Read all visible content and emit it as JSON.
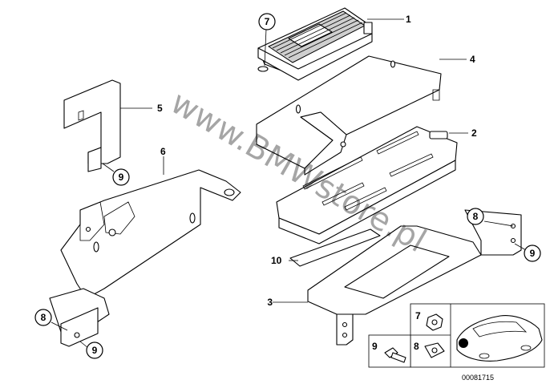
{
  "diagram": {
    "watermark": "www.BMWstore.pl",
    "image_number": "00081715",
    "callouts": [
      {
        "id": "c1",
        "label": "1"
      },
      {
        "id": "c2",
        "label": "2"
      },
      {
        "id": "c3",
        "label": "3"
      },
      {
        "id": "c4",
        "label": "4"
      },
      {
        "id": "c5",
        "label": "5"
      },
      {
        "id": "c6",
        "label": "6"
      },
      {
        "id": "c7",
        "label": "7"
      },
      {
        "id": "c8a",
        "label": "8"
      },
      {
        "id": "c8b",
        "label": "8"
      },
      {
        "id": "c9a",
        "label": "9"
      },
      {
        "id": "c9b",
        "label": "9"
      },
      {
        "id": "c9c",
        "label": "9"
      },
      {
        "id": "c10",
        "label": "10"
      }
    ],
    "legend": {
      "item7": "7",
      "item9": "9",
      "item8": "8"
    }
  }
}
